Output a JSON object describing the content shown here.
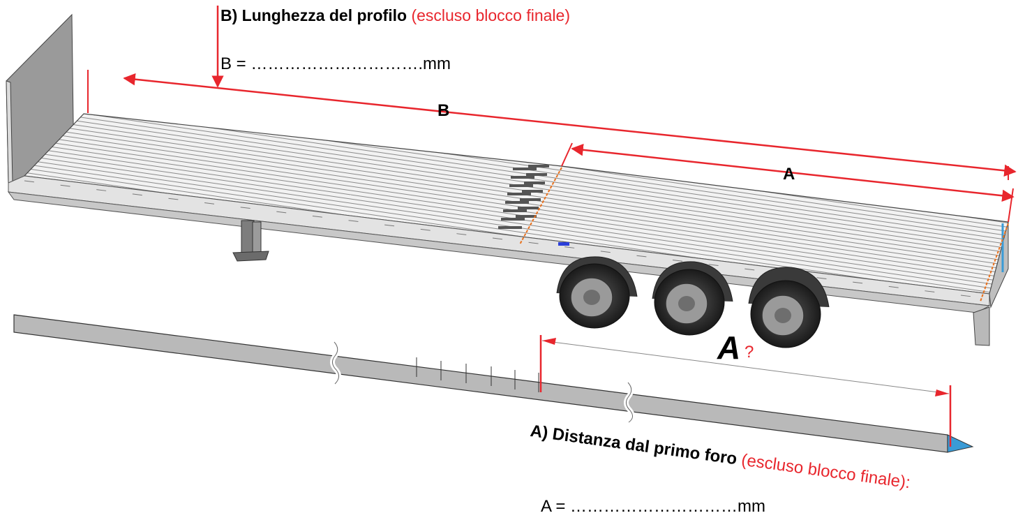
{
  "labels": {
    "b_heading_bold": "B) Lunghezza del profilo",
    "b_heading_note": "(escluso blocco finale)",
    "b_input": "B = ………………………….mm",
    "dim_b": "B",
    "dim_a": "A",
    "profile_a": "A",
    "question_mark": "?",
    "a_heading_bold": "A) Distanza dal primo foro",
    "a_heading_note": "(escluso blocco finale):",
    "a_input": "A = …………………………mm"
  },
  "colors": {
    "dimension_red": "#e8262d",
    "trailer_grey": "#c8c8c8",
    "profile_grey": "#b9b9b9",
    "end_block_blue": "#3a9bd6",
    "hole_marker_orange": "#e9721f"
  }
}
